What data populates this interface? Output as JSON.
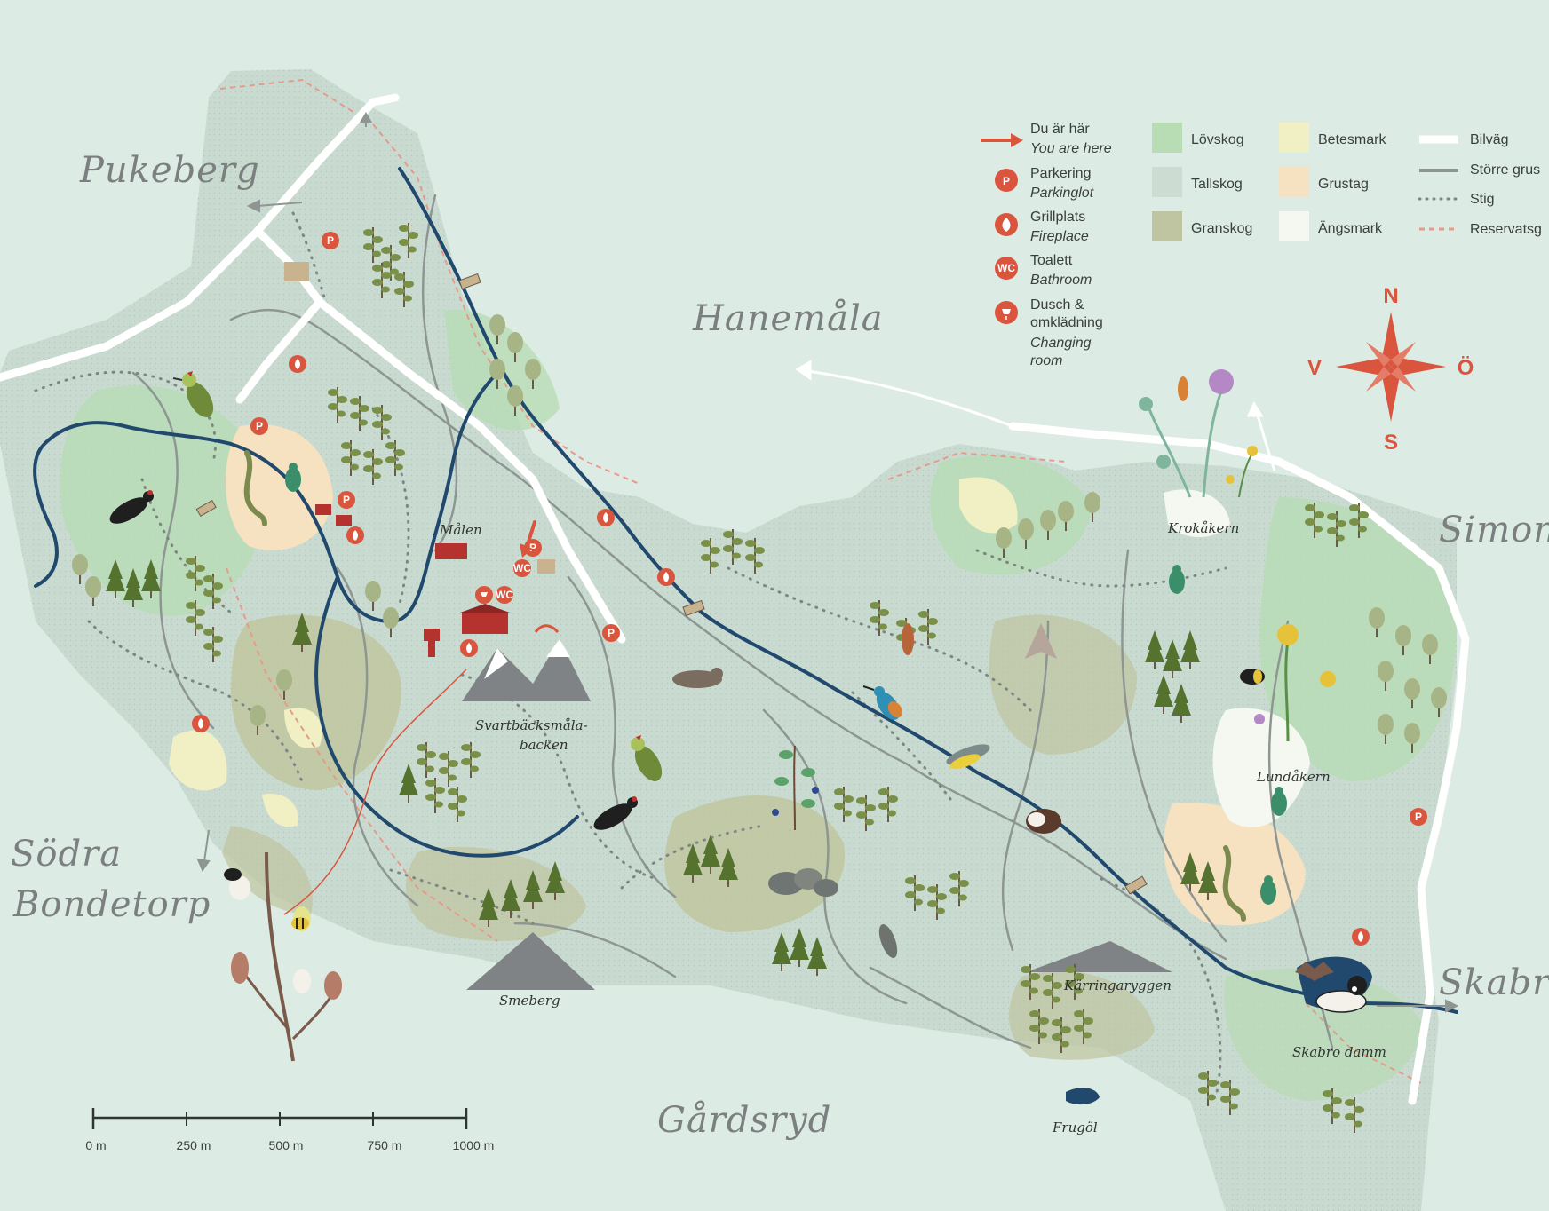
{
  "map": {
    "places": {
      "pukeberg": "Pukeberg",
      "hanemala": "Hanemåla",
      "simon": "Simon",
      "skabro": "Skabro",
      "sodra_line1": "Södra",
      "sodra_line2": "Bondetorp",
      "gardsryd": "Gårdsryd"
    },
    "local_names": {
      "malen": "Målen",
      "svartback1": "Svartbäcksmåla-",
      "svartback2": "backen",
      "smeberg": "Smeberg",
      "karringaryggen": "Kärringaryggen",
      "frugol": "Frugöl",
      "krokakern": "Krokåkern",
      "lundakern": "Lundåkern",
      "skabro_damm": "Skabro damm"
    }
  },
  "legend": {
    "symbols": [
      {
        "title": "Du är här",
        "sub": "You are here",
        "icon": "arrow-icon"
      },
      {
        "title": "Parkering",
        "sub": "Parkinglot",
        "icon": "parking-icon"
      },
      {
        "title": "Grillplats",
        "sub": "Fireplace",
        "icon": "fire-icon"
      },
      {
        "title": "Toalett",
        "sub": "Bathroom",
        "icon": "wc-icon"
      },
      {
        "title": "Dusch &",
        "title2": "omklädning",
        "sub": "Changing",
        "sub2": "room",
        "icon": "shower-icon"
      }
    ],
    "areas": [
      {
        "label": "Lövskog",
        "color": "#b8dcb4"
      },
      {
        "label": "Tallskog",
        "color": "#ccdcd3"
      },
      {
        "label": "Granskog",
        "color": "#bfc5a0"
      },
      {
        "label": "Betesmark",
        "color": "#f1efc4"
      },
      {
        "label": "Grustag",
        "color": "#f6e1c0"
      },
      {
        "label": "Ängsmark",
        "color": "#f5f8f1"
      }
    ],
    "lines": [
      {
        "label": "Bilväg",
        "style": "road"
      },
      {
        "label": "Större grus",
        "style": "gravel"
      },
      {
        "label": "Stig",
        "style": "path"
      },
      {
        "label": "Reservatsg",
        "style": "boundary"
      }
    ]
  },
  "compass": {
    "n": "N",
    "s": "S",
    "w": "V",
    "e": "Ö"
  },
  "scale": {
    "ticks": [
      "0 m",
      "250 m",
      "500 m",
      "750 m",
      "1000 m"
    ]
  },
  "colors": {
    "water": "#21496e",
    "accent": "#d9553e",
    "land": "#c9dbd1",
    "background": "#dcebe4"
  },
  "poi_labels": {
    "parking": "P",
    "wc": "WC"
  }
}
